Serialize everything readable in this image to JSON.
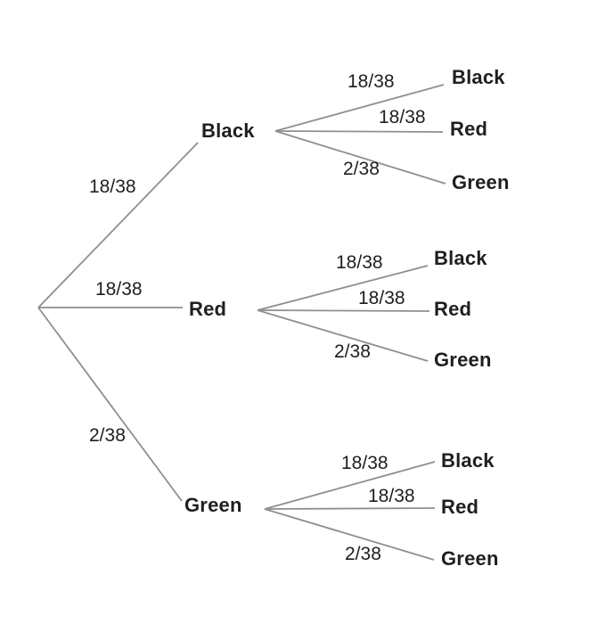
{
  "diagram_type": "probability-tree",
  "colors": {
    "background": "#ffffff",
    "line": "#8f8f8f",
    "text": "#1f1f1f"
  },
  "tree": {
    "branches": [
      {
        "probability": "18/38",
        "label": "Black",
        "children": [
          {
            "probability": "18/38",
            "label": "Black"
          },
          {
            "probability": "18/38",
            "label": "Red"
          },
          {
            "probability": "2/38",
            "label": "Green"
          }
        ]
      },
      {
        "probability": "18/38",
        "label": "Red",
        "children": [
          {
            "probability": "18/38",
            "label": "Black"
          },
          {
            "probability": "18/38",
            "label": "Red"
          },
          {
            "probability": "2/38",
            "label": "Green"
          }
        ]
      },
      {
        "probability": "2/38",
        "label": "Green",
        "children": [
          {
            "probability": "18/38",
            "label": "Black"
          },
          {
            "probability": "18/38",
            "label": "Red"
          },
          {
            "probability": "2/38",
            "label": "Green"
          }
        ]
      }
    ]
  }
}
